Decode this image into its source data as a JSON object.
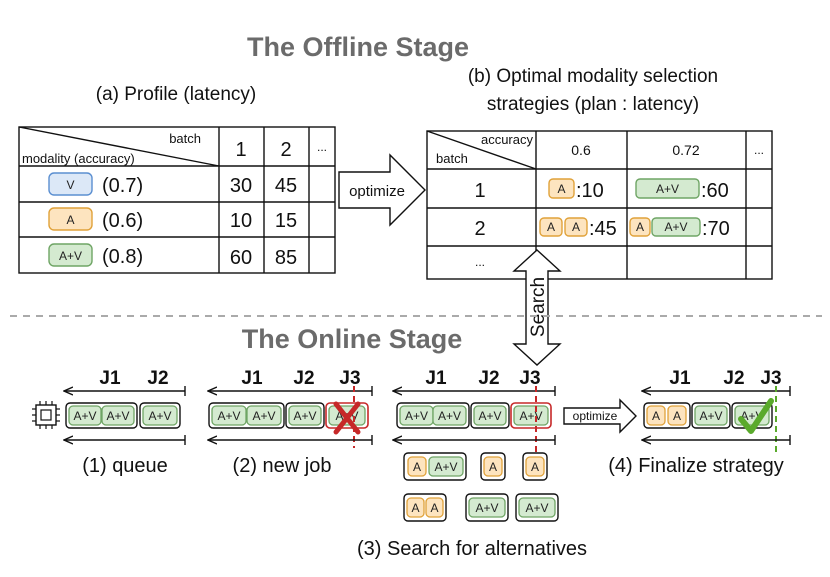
{
  "offline": {
    "title": "The Offline Stage",
    "profile": {
      "caption": "(a) Profile (latency)",
      "header_batch": "batch",
      "header_modality": "modality (accuracy)",
      "cols": [
        "1",
        "2",
        "..."
      ],
      "rows": [
        {
          "modality": "V",
          "accuracy": "(0.7)",
          "color": "blue",
          "values": [
            "30",
            "45"
          ]
        },
        {
          "modality": "A",
          "accuracy": "(0.6)",
          "color": "orange",
          "values": [
            "10",
            "15"
          ]
        },
        {
          "modality": "A+V",
          "accuracy": "(0.8)",
          "color": "green",
          "values": [
            "60",
            "85"
          ]
        }
      ]
    },
    "optimize_label": "optimize",
    "strategies": {
      "caption_line1": "(b) Optimal modality selection",
      "caption_line2": "strategies (plan : latency)",
      "header_accuracy": "accuracy",
      "header_batch": "batch",
      "cols": [
        "0.6",
        "0.72",
        "..."
      ],
      "rows": [
        {
          "batch": "1",
          "c1_latency": ":10",
          "c2_latency": ":60"
        },
        {
          "batch": "2",
          "c1_latency": ":45",
          "c2_latency": ":70"
        },
        {
          "batch": "..."
        }
      ]
    },
    "search_label": "Search"
  },
  "online": {
    "title": "The Online Stage",
    "jobs": [
      "J1",
      "J2",
      "J3"
    ],
    "tags": {
      "av": "A+V",
      "a": "A"
    },
    "captions": {
      "queue": "(1) queue",
      "new_job": "(2) new job",
      "search": "(3) Search for alternatives",
      "finalize": "(4) Finalize strategy"
    },
    "optimize_label": "optimize"
  },
  "colors": {
    "blue_fill": "#dce8f7",
    "blue_stroke": "#5b8fd1",
    "orange_fill": "#fde4bf",
    "orange_stroke": "#e0a23a",
    "green_fill": "#d4ead0",
    "green_stroke": "#6fa565",
    "red": "#c62828",
    "check": "#5aaa2c",
    "dash_green": "#5aaa2c",
    "stage_gray": "#6b6b6b"
  }
}
